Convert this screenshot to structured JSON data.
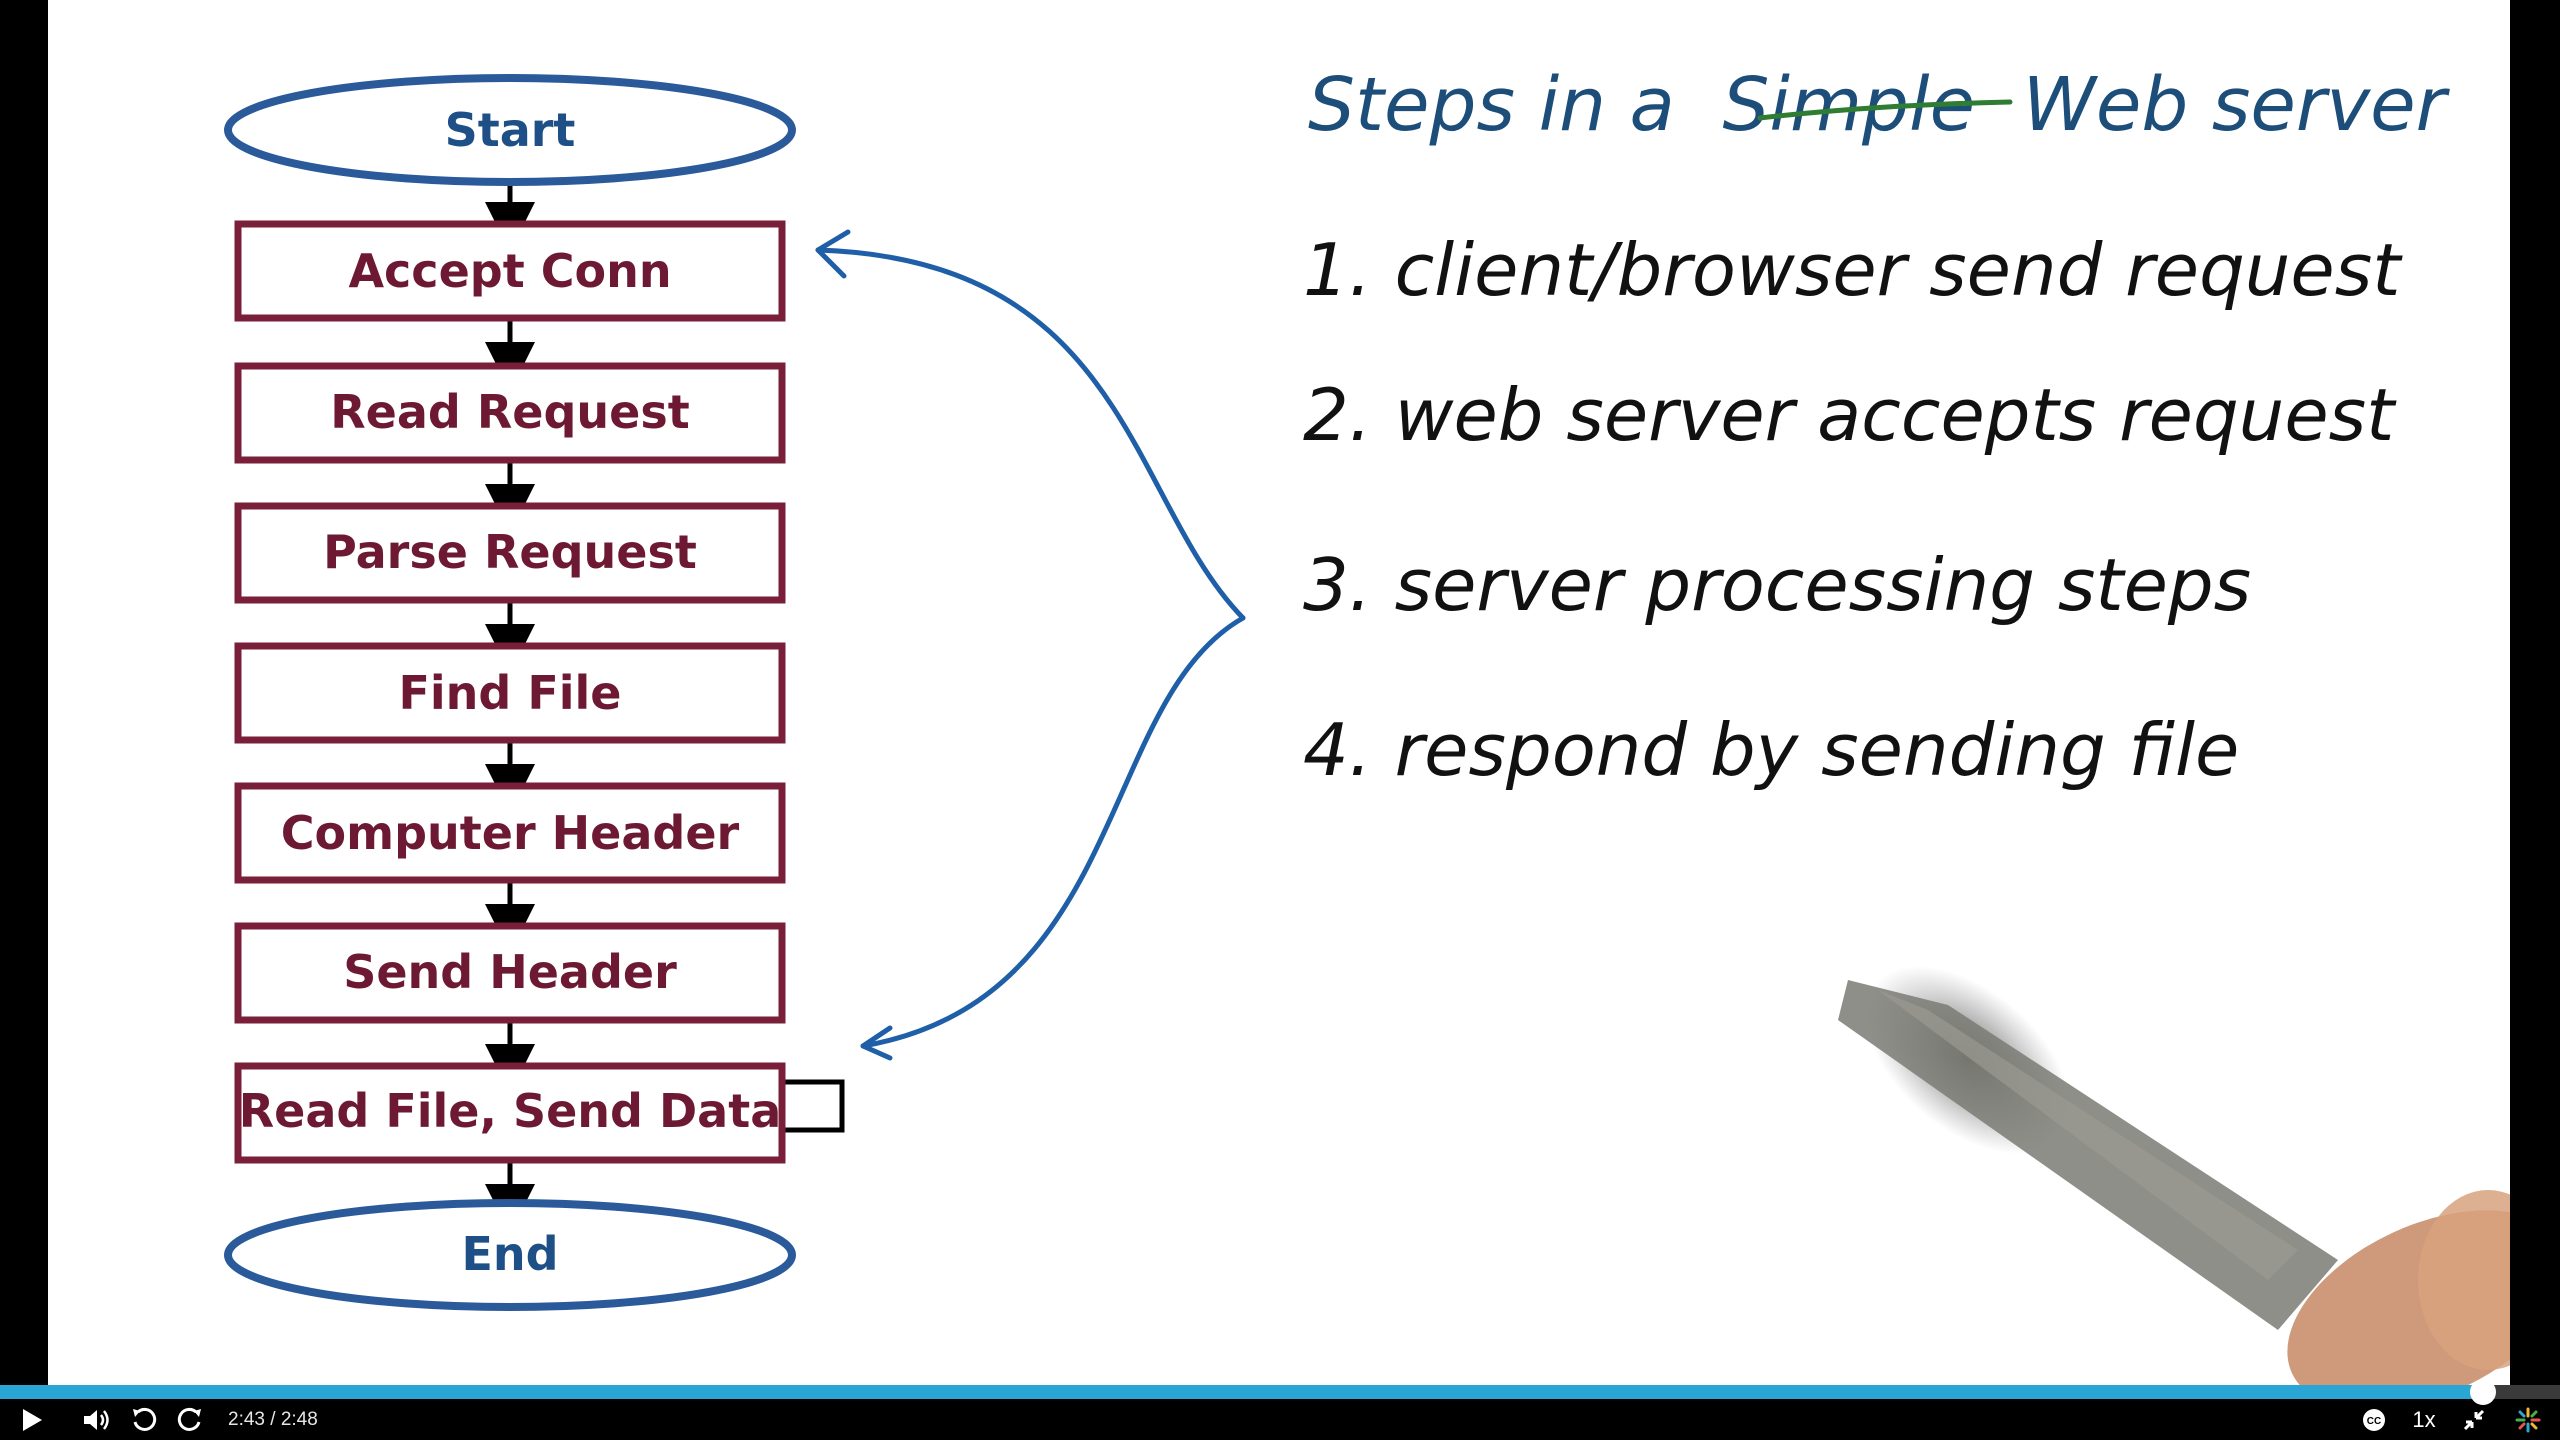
{
  "flowchart": {
    "start": "Start",
    "steps": [
      "Accept Conn",
      "Read Request",
      "Parse Request",
      "Find File",
      "Computer Header",
      "Send Header",
      "Read File, Send Data"
    ],
    "end": "End",
    "colors": {
      "oval": "#2a5a9a",
      "box": "#7a1f3a",
      "arrow": "#000000"
    }
  },
  "notes": {
    "title_before": "Steps in a",
    "title_underlined": "Simple",
    "title_after": "Web server",
    "items": [
      "1. client/browser send request",
      "2. web server accepts request",
      "3. server processing steps",
      "4. respond by sending file"
    ],
    "colors": {
      "title": "#1c4e79",
      "underline": "#2e7d32",
      "items": "#111111",
      "brace": "#1f5fa8"
    }
  },
  "player": {
    "current_time": "2:43",
    "separator": " / ",
    "duration": "2:48",
    "progress": 0.97,
    "speed": "1x",
    "icons": [
      "play-icon",
      "volume-icon",
      "rewind-icon",
      "forward-icon",
      "cc-icon",
      "exit-fullscreen-icon",
      "logo-icon"
    ],
    "colors": {
      "progress_fill": "#2aa6d6",
      "bar": "#000000"
    }
  }
}
